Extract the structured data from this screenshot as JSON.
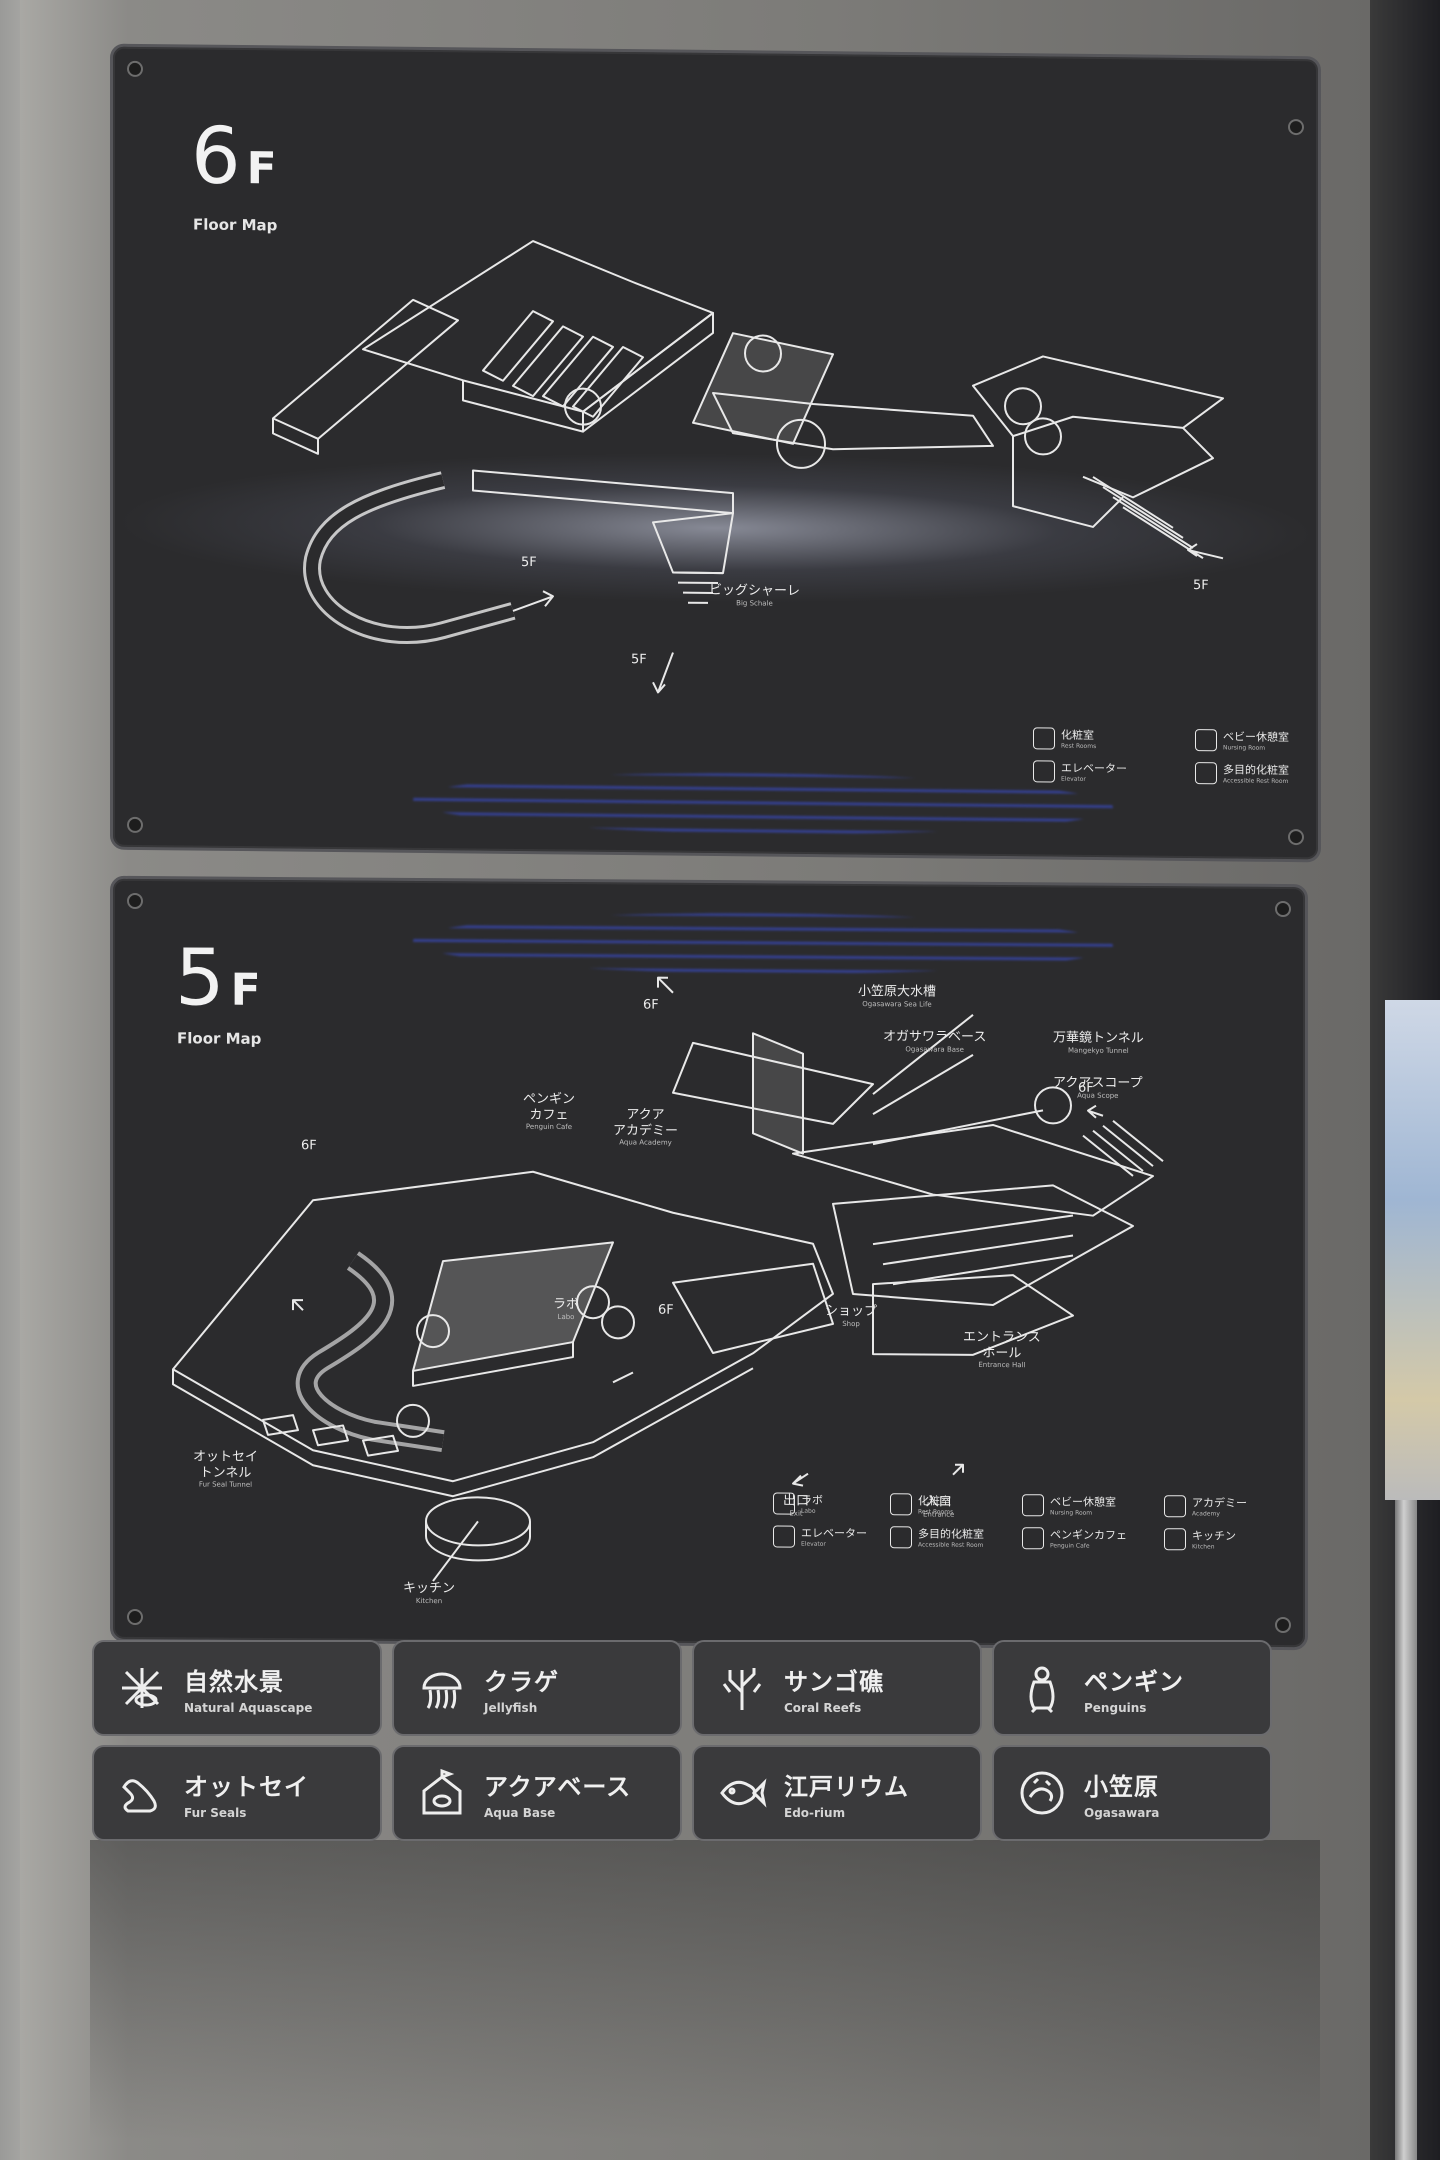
{
  "floor6": {
    "number": "6",
    "suffix": "F",
    "subtitle": "Floor Map",
    "labels": {
      "big_shale_ja": "ビッグシャーレ",
      "big_shale_en": "Big Schale",
      "to_5f_a": "5F",
      "to_5f_b": "5F",
      "to_5f_c": "5F"
    },
    "legend": [
      {
        "ja": "化粧室",
        "en": "Rest Rooms",
        "icon": "restroom-icon"
      },
      {
        "ja": "ベビー休憩室",
        "en": "Nursing Room",
        "icon": "baby-bottle-icon"
      },
      {
        "ja": "エレベーター",
        "en": "Elevator",
        "icon": "elevator-icon"
      },
      {
        "ja": "多目的化粧室",
        "en": "Accessible Rest Room",
        "icon": "accessible-icon"
      }
    ]
  },
  "floor5": {
    "number": "5",
    "suffix": "F",
    "subtitle": "Floor Map",
    "labels": {
      "ogasawara_ja": "小笠原大水槽",
      "ogasawara_en": "Ogasawara Sea Life",
      "ogasawara_base_ja": "オガサワラベース",
      "ogasawara_base_en": "Ogasawara Base",
      "manpeki_ja": "万華鏡トンネル",
      "manpeki_en": "Mangekyo Tunnel",
      "aquascope_ja": "アクアスコープ",
      "aquascope_en": "Aqua Scope",
      "penguin_cafe_ja": "ペンギン\nカフェ",
      "penguin_cafe_en": "Penguin Cafe",
      "aqua_academy_ja": "アクア\nアカデミー",
      "aqua_academy_en": "Aqua Academy",
      "lab_ja": "ラボ",
      "lab_en": "Labo",
      "shop_ja": "ショップ",
      "shop_en": "Shop",
      "entrance_hall_ja": "エントランス\nホール",
      "entrance_hall_en": "Entrance Hall",
      "exit_ja": "出口",
      "exit_en": "Exit",
      "entrance_ja": "入口",
      "entrance_en": "Entrance",
      "fur_seal_tunnel_ja": "オットセイ\nトンネル",
      "fur_seal_tunnel_en": "Fur Seal Tunnel",
      "kitchen_ja": "キッチン",
      "kitchen_en": "Kitchen",
      "to_6f_a": "6F",
      "to_6f_b": "6F",
      "to_6f_c": "6F",
      "to_6f_d": "6F"
    },
    "legend": [
      {
        "ja": "ラボ",
        "en": "Labo",
        "icon": "flask-icon"
      },
      {
        "ja": "化粧室",
        "en": "Rest Rooms",
        "icon": "restroom-icon"
      },
      {
        "ja": "ベビー休憩室",
        "en": "Nursing Room",
        "icon": "baby-bottle-icon"
      },
      {
        "ja": "アカデミー",
        "en": "Academy",
        "icon": "book-icon"
      },
      {
        "ja": "エレベーター",
        "en": "Elevator",
        "icon": "elevator-icon"
      },
      {
        "ja": "多目的化粧室",
        "en": "Accessible Rest Room",
        "icon": "accessible-icon"
      },
      {
        "ja": "ペンギンカフェ",
        "en": "Penguin Cafe",
        "icon": "cafe-cup-icon"
      },
      {
        "ja": "キッチン",
        "en": "Kitchen",
        "icon": "chef-hat-icon"
      }
    ]
  },
  "zones": [
    {
      "ja": "自然水景",
      "en": "Natural Aquascape",
      "icon": "fish-plant-icon"
    },
    {
      "ja": "クラゲ",
      "en": "Jellyfish",
      "icon": "jellyfish-icon"
    },
    {
      "ja": "サンゴ礁",
      "en": "Coral Reefs",
      "icon": "coral-icon"
    },
    {
      "ja": "ペンギン",
      "en": "Penguins",
      "icon": "penguin-icon"
    },
    {
      "ja": "オットセイ",
      "en": "Fur Seals",
      "icon": "seal-icon"
    },
    {
      "ja": "アクアベース",
      "en": "Aqua Base",
      "icon": "aqua-base-icon"
    },
    {
      "ja": "江戸リウム",
      "en": "Edo-rium",
      "icon": "goldfish-icon"
    },
    {
      "ja": "小笠原",
      "en": "Ogasawara",
      "icon": "ogasawara-icon"
    }
  ],
  "colors": {
    "panel": "#2b2b2d",
    "line": "#e8e8e8",
    "zone_bg": "#3a3a3c"
  }
}
